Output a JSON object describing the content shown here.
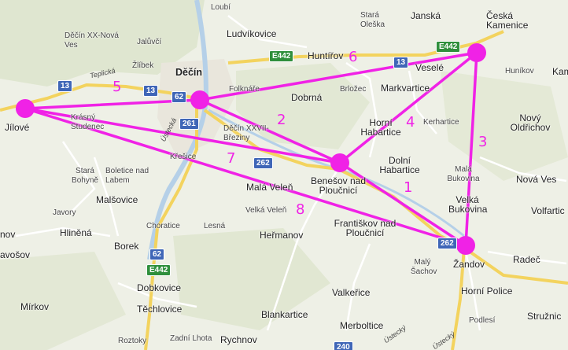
{
  "colors": {
    "route": "#f022e6",
    "road_major": "#f3d35e",
    "road_minor": "#ffffff",
    "terrain": "#eef0e6",
    "water": "#b5d0e8"
  },
  "places": [
    {
      "name": "Loubí",
      "cls": "small"
    },
    {
      "name": "Ludvíkovice",
      "cls": "mid"
    },
    {
      "name": "Stará Oleška",
      "cls": "small"
    },
    {
      "name": "Janská",
      "cls": "mid"
    },
    {
      "name": "Česká Kamenice",
      "cls": "mid"
    },
    {
      "name": "Děčín XX-Nová Ves",
      "cls": "small"
    },
    {
      "name": "Jalůvčí",
      "cls": "small"
    },
    {
      "name": "Žlíbek",
      "cls": "small"
    },
    {
      "name": "Děčín",
      "cls": "big"
    },
    {
      "name": "Huntířov",
      "cls": "mid"
    },
    {
      "name": "Veselé",
      "cls": "mid"
    },
    {
      "name": "Huníkov",
      "cls": "small"
    },
    {
      "name": "Kam",
      "cls": "mid"
    },
    {
      "name": "Folknáře",
      "cls": "small"
    },
    {
      "name": "Dobrná",
      "cls": "mid"
    },
    {
      "name": "Brložec",
      "cls": "small"
    },
    {
      "name": "Markvartice",
      "cls": "mid"
    },
    {
      "name": "Jílové",
      "cls": "mid"
    },
    {
      "name": "Krásný Studenec",
      "cls": "small"
    },
    {
      "name": "Děčín XXVII-Březiny",
      "cls": "small"
    },
    {
      "name": "Horní Habartice",
      "cls": "mid"
    },
    {
      "name": "Kerhartice",
      "cls": "small"
    },
    {
      "name": "Nový Oldřichov",
      "cls": "mid"
    },
    {
      "name": "Křešice",
      "cls": "small"
    },
    {
      "name": "Stará Bohyně",
      "cls": "small"
    },
    {
      "name": "Boletice nad Labem",
      "cls": "small"
    },
    {
      "name": "Dolní Habartice",
      "cls": "mid"
    },
    {
      "name": "Malá Bukovina",
      "cls": "small"
    },
    {
      "name": "Benešov nad Ploučnicí",
      "cls": "mid"
    },
    {
      "name": "Nová Ves",
      "cls": "mid"
    },
    {
      "name": "Malšovice",
      "cls": "mid"
    },
    {
      "name": "Malá Veleň",
      "cls": "mid"
    },
    {
      "name": "Velká Bukovina",
      "cls": "mid"
    },
    {
      "name": "Javory",
      "cls": "small"
    },
    {
      "name": "Velká Veleň",
      "cls": "small"
    },
    {
      "name": "Františkov nad Ploučnicí",
      "cls": "mid"
    },
    {
      "name": "Volfartic",
      "cls": "mid"
    },
    {
      "name": "Hliněná",
      "cls": "mid"
    },
    {
      "name": "Choratice",
      "cls": "small"
    },
    {
      "name": "Lesná",
      "cls": "small"
    },
    {
      "name": "Heřmanov",
      "cls": "mid"
    },
    {
      "name": "Borek",
      "cls": "mid"
    },
    {
      "name": "nov",
      "cls": "mid"
    },
    {
      "name": "avošov",
      "cls": "mid"
    },
    {
      "name": "Malý Šachov",
      "cls": "small"
    },
    {
      "name": "Žandov",
      "cls": "mid"
    },
    {
      "name": "Radeč",
      "cls": "mid"
    },
    {
      "name": "Dobkovice",
      "cls": "mid"
    },
    {
      "name": "Valkeřice",
      "cls": "mid"
    },
    {
      "name": "Horní Police",
      "cls": "mid"
    },
    {
      "name": "Těchlovice",
      "cls": "mid"
    },
    {
      "name": "Mírkov",
      "cls": "mid"
    },
    {
      "name": "Blankartice",
      "cls": "mid"
    },
    {
      "name": "Podlesí",
      "cls": "small"
    },
    {
      "name": "Stružnic",
      "cls": "mid"
    },
    {
      "name": "Merboltice",
      "cls": "mid"
    },
    {
      "name": "Roztoky",
      "cls": "small"
    },
    {
      "name": "Zadní Lhota",
      "cls": "small"
    },
    {
      "name": "Rychnov",
      "cls": "mid"
    }
  ],
  "road_shields": [
    {
      "label": "E442",
      "style": "green"
    },
    {
      "label": "E442",
      "style": "green"
    },
    {
      "label": "13",
      "style": "blue"
    },
    {
      "label": "13",
      "style": "blue"
    },
    {
      "label": "13",
      "style": "blue"
    },
    {
      "label": "62",
      "style": "blue"
    },
    {
      "label": "261",
      "style": "blue"
    },
    {
      "label": "262",
      "style": "blue"
    },
    {
      "label": "262",
      "style": "blue"
    },
    {
      "label": "62",
      "style": "blue"
    },
    {
      "label": "E442",
      "style": "green"
    },
    {
      "label": "240",
      "style": "blue"
    }
  ],
  "road_labels": [
    "Teplická",
    "Ústecká",
    "Ústecký",
    "Ústecký"
  ],
  "route_numbers": [
    "1",
    "2",
    "3",
    "4",
    "5",
    "6",
    "7",
    "8"
  ]
}
